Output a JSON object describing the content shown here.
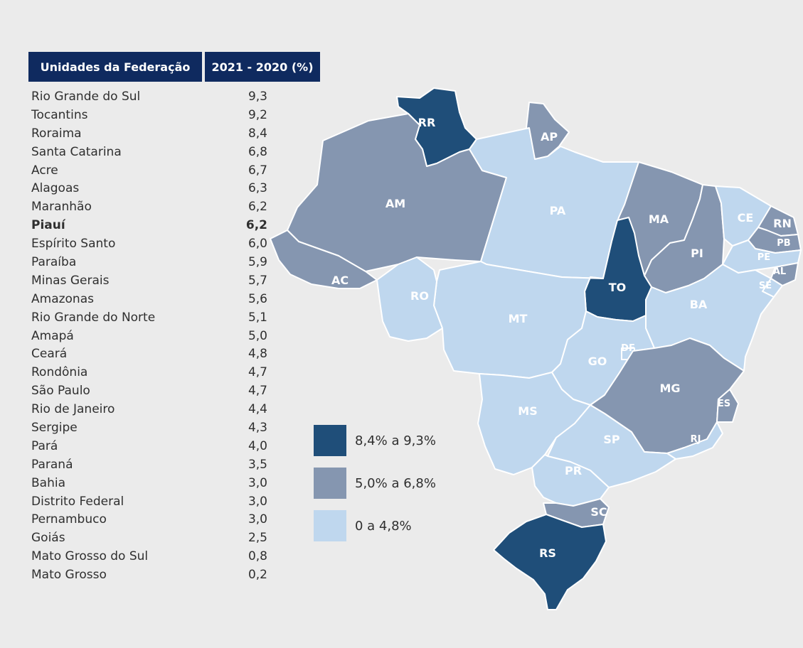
{
  "table": {
    "headers": [
      "Unidades da Federação",
      "2021 - 2020 (%)"
    ],
    "rows": [
      {
        "state": "Rio Grande do Sul",
        "value": "9,3"
      },
      {
        "state": "Tocantins",
        "value": "9,2"
      },
      {
        "state": "Roraima",
        "value": "8,4"
      },
      {
        "state": "Santa Catarina",
        "value": "6,8"
      },
      {
        "state": "Acre",
        "value": "6,7"
      },
      {
        "state": "Alagoas",
        "value": "6,3"
      },
      {
        "state": "Maranhão",
        "value": "6,2"
      },
      {
        "state": "Piauí",
        "value": "6,2"
      },
      {
        "state": "Espírito Santo",
        "value": "6,0"
      },
      {
        "state": "Paraíba",
        "value": "5,9"
      },
      {
        "state": "Minas Gerais",
        "value": "5,7"
      },
      {
        "state": "Amazonas",
        "value": "5,6"
      },
      {
        "state": "Rio Grande do Norte",
        "value": "5,1"
      },
      {
        "state": "Amapá",
        "value": "5,0"
      },
      {
        "state": "Ceará",
        "value": "4,8"
      },
      {
        "state": "Rondônia",
        "value": "4,7"
      },
      {
        "state": "São Paulo",
        "value": "4,7"
      },
      {
        "state": "Rio de Janeiro",
        "value": "4,4"
      },
      {
        "state": "Sergipe",
        "value": "4,3"
      },
      {
        "state": "Pará",
        "value": "4,0"
      },
      {
        "state": "Paraná",
        "value": "3,5"
      },
      {
        "state": "Bahia",
        "value": "3,0"
      },
      {
        "state": "Distrito Federal",
        "value": "3,0"
      },
      {
        "state": "Pernambuco",
        "value": "3,0"
      },
      {
        "state": "Goiás",
        "value": "2,5"
      },
      {
        "state": "Mato Grosso do Sul",
        "value": "0,8"
      },
      {
        "state": "Mato Grosso",
        "value": "0,2"
      }
    ],
    "highlighted_state": "Piauí"
  },
  "legend": [
    {
      "label": "8,4% a 9,3%",
      "color": "#1f4e79"
    },
    {
      "label": "5,0% a 6,8%",
      "color": "#8596b0"
    },
    {
      "label": "0 a 4,8%",
      "color": "#bfd7ee"
    }
  ],
  "map_labels": [
    "RR",
    "AP",
    "AM",
    "PA",
    "MA",
    "CE",
    "RN",
    "PB",
    "PE",
    "AL",
    "SE",
    "PI",
    "TO",
    "AC",
    "RO",
    "MT",
    "BA",
    "DF",
    "GO",
    "MG",
    "ES",
    "MS",
    "SP",
    "RJ",
    "PR",
    "SC",
    "RS"
  ],
  "colors": {
    "header_bg": "#0f2a5f",
    "dark": "#1f4e79",
    "mid": "#8596b0",
    "light": "#bfd7ee",
    "background": "#ebebeb"
  }
}
